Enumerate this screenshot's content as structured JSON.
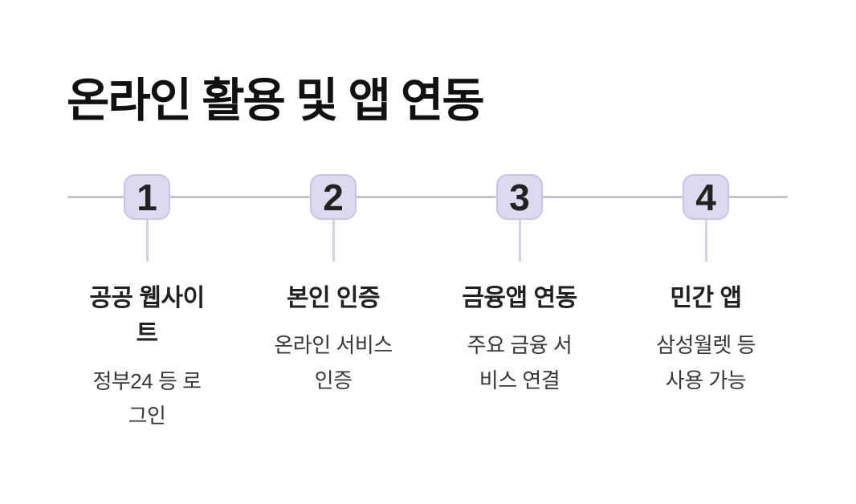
{
  "page": {
    "title": "온라인 활용 및 앱 연동",
    "background": "#ffffff"
  },
  "timeline": {
    "line_color": "#c5c3d6",
    "connector_color": "#d4d1e2",
    "number_box": {
      "background": "#dcdaee",
      "border": "#c9c5e1",
      "text_color": "#222222"
    },
    "steps": [
      {
        "number": "1",
        "title": "공공 웹사이\n트",
        "description": "정부24 등 로\n그인"
      },
      {
        "number": "2",
        "title": "본인 인증",
        "description": "온라인 서비스\n인증"
      },
      {
        "number": "3",
        "title": "금융앱 연동",
        "description": "주요 금융 서\n비스 연결"
      },
      {
        "number": "4",
        "title": "민간 앱",
        "description": "삼성월렛 등\n사용 가능"
      }
    ]
  }
}
